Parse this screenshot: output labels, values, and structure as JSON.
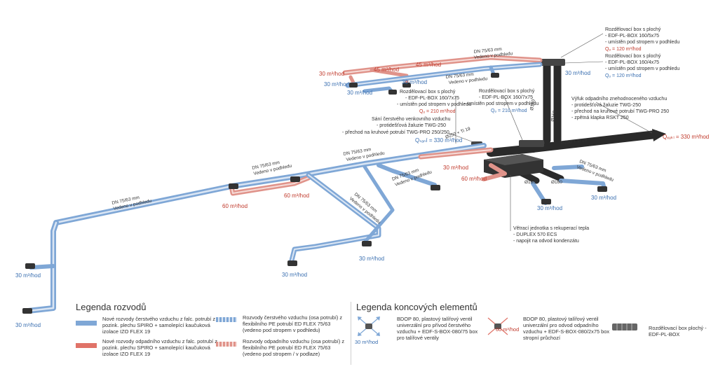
{
  "callouts": {
    "box_top_right_1": [
      "Rozdělovací box s plochý",
      "- EDF-PL-BOX 160/5x75",
      "- umístěn pod stropem v podhledu"
    ],
    "box_top_right_1_q": "Qₒ = 120 m³/hod",
    "box_top_right_2": [
      "Rozdělovací box s plochý",
      "- EDF-PL-BOX 160/4x75",
      "- umístěn pod stropem v podhledu"
    ],
    "box_top_right_2_q": "Qₒ = 120 m³/hod",
    "box_mid_left": [
      "Rozdělovací box s plochý",
      "- EDF-PL-BOX 160/7x75",
      "- umístěn pod stropem v podhledu"
    ],
    "box_mid_left_q": "Qₒ = 210 m³/hod",
    "box_mid_right": [
      "Rozdělovací box s plochý",
      "- EDF-PL-BOX 160/7x75",
      "- umístěn pod stropem v podhledu"
    ],
    "box_mid_right_q": "Qₒ = 210 m³/hod",
    "intake": [
      "Sání čerstvého venkovního vzduchu",
      "- protidešťová žaluzie TWG-250",
      "- přechod na kruhové potrubí TWG-PRO 250/250"
    ],
    "intake_q": "Qₛₐₙí = 330 m³/hod",
    "exhaust": [
      "Výfuk odpadního znehodnoceného vzduchu",
      "- protidešťová žaluzie TWG-250",
      "- přechod na kruhové potrubí TWG-PRO 250",
      "- zpětná klapka RSKT 250"
    ],
    "exhaust_q": "Qₓᵤₖₗ = 330 m³/hod",
    "unit": [
      "Větrací jednotka s rekuperací tepla",
      "- DUPLEX 570 ECS",
      "- napojit na odvod kondenzátu"
    ]
  },
  "flows": {
    "f30": "30 m³/hod",
    "f45": "45 m³/hod",
    "f60": "60 m³/hod"
  },
  "duct_labels": {
    "dn": "DN 75/63 mm",
    "ceiling": "Vedeno v podhledu",
    "d160": "Ø160",
    "d250": "Ø250 + Ti 19"
  },
  "legend_pipes": {
    "title": "Legenda rozvodů",
    "items": [
      {
        "text": "Nové rozvody čerstvého vzduchu z falc. potrubí z pozink. plechu SPIRO + samolepící kaučuková izolace IZO FLEX 19"
      },
      {
        "text": "Nové rozvody odpadního vzduchu z falc. potrubí z pozink. plechu SPIRO + samolepící kaučuková izolace IZO FLEX 19"
      },
      {
        "text": "Rozvody čerstvého vzduchu (osa potrubí) z flexibilního PE potrubí ED FLEX 75/63 (vedeno pod stropem v podhledu)"
      },
      {
        "text": "Rozvody odpadního vzduchu (osa potrubí) z flexibilního PE potrubí ED FLEX 75/63 (vedeno pod stropem / v podlaze)"
      }
    ]
  },
  "legend_elements": {
    "title": "Legenda koncových elementů",
    "items": [
      {
        "flow": "30 m³/hod",
        "text": "BDOP 80, plastový talířový ventil univerzální pro přívod čerstvého vzduchu + EDF-S-BOX-080/75 box pro talířové ventily"
      },
      {
        "flow": "60 m³/hod",
        "text": "BDOP 80, plastový talířový ventil univerzální pro odvod odpadního vzduchu + EDF-S-BOX-080/2x75 box stropní průchozí"
      },
      {
        "text": "Rozdělovací box plochý - EDF-PL-BOX"
      }
    ]
  },
  "colors": {
    "fresh": "#7fa7d6",
    "waste": "#e07368",
    "dark": "#2a2a2a",
    "red_text": "#c0392b",
    "blue_text": "#3a6fb0"
  }
}
